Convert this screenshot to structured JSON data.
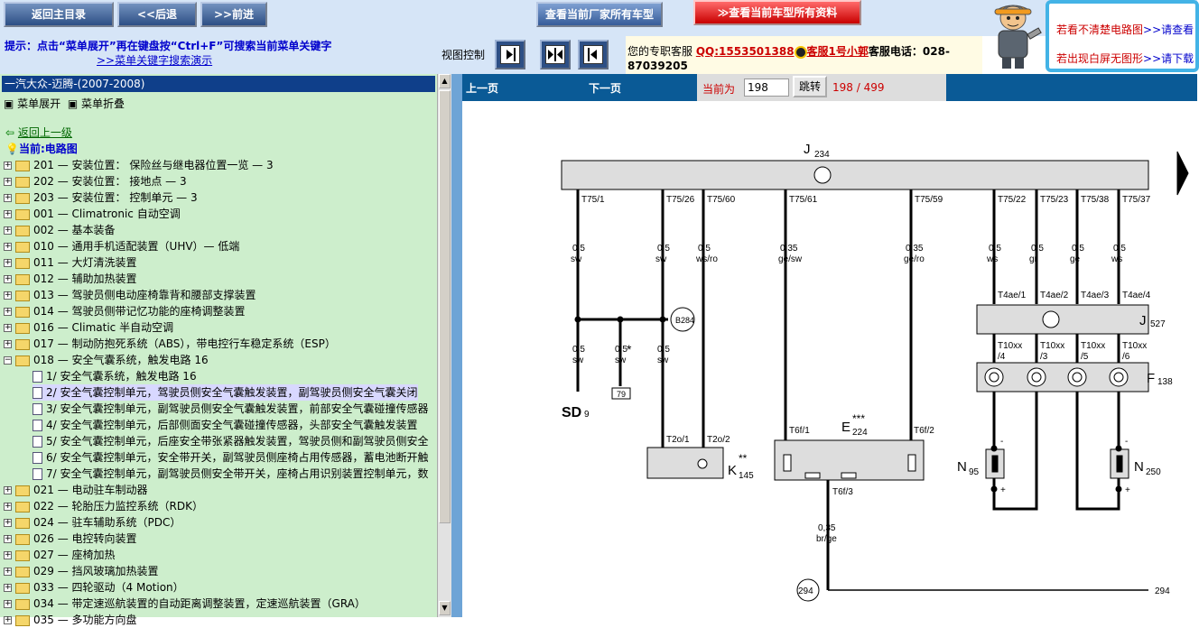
{
  "nav": {
    "home": "返回主目录",
    "prev": "<<后退",
    "next": ">>前进"
  },
  "toolbar": {
    "allmodels": "查看当前厂家所有车型",
    "alldocs": "查看当前车型所有资料"
  },
  "notice": {
    "line1": "若看不清楚电路图",
    "line1_link": ">>请查看",
    "line2": "若出现白屏无图形",
    "line2_link": ">>请下载"
  },
  "hint": {
    "text": "提示：点击“菜单展开”再在键盘按“Ctrl+F”可搜索当前菜单关键字",
    "demo": ">>菜单关键字搜索演示"
  },
  "view": {
    "label": "视图控制"
  },
  "service": {
    "prefix": "您的专职客服",
    "qq": "QQ:1553501388",
    "agent": "客服1号小郭",
    "phone_label": "客服电话：028-",
    "phone2": "87039205"
  },
  "tree": {
    "path": "一汽大众-迈腾-(2007-2008)",
    "expand": "菜单展开",
    "collapse": "菜单折叠",
    "back": "返回上一级",
    "current": "当前:电路图",
    "items": [
      "201 — 安装位置： 保险丝与继电器位置一览 — 3",
      "202 — 安装位置： 接地点 — 3",
      "203 — 安装位置： 控制单元 — 3",
      "001 — Climatronic 自动空调",
      "002 — 基本装备",
      "010 — 通用手机适配装置（UHV）— 低端",
      "011 — 大灯清洗装置",
      "012 — 辅助加热装置",
      "013 — 驾驶员侧电动座椅靠背和腰部支撑装置",
      "014 — 驾驶员侧带记忆功能的座椅调整装置",
      "016 — Climatic 半自动空调",
      "017 — 制动防抱死系统（ABS），带电控行车稳定系统（ESP）",
      "018 — 安全气囊系统，触发电路 16"
    ],
    "subitems": [
      "1/ 安全气囊系统，触发电路 16",
      "2/ 安全气囊控制单元，驾驶员侧安全气囊触发装置，副驾驶员侧安全气囊关闭",
      "3/ 安全气囊控制单元，副驾驶员侧安全气囊触发装置，前部安全气囊碰撞传感器",
      "4/ 安全气囊控制单元，后部侧面安全气囊碰撞传感器，头部安全气囊触发装置",
      "5/ 安全气囊控制单元，后座安全带张紧器触发装置，驾驶员侧和副驾驶员侧安全",
      "6/ 安全气囊控制单元，安全带开关，副驾驶员侧座椅占用传感器，蓄电池断开触",
      "7/ 安全气囊控制单元，副驾驶员侧安全带开关，座椅占用识别装置控制单元，数"
    ],
    "items2": [
      "021 — 电动驻车制动器",
      "022 — 轮胎压力监控系统（RDK）",
      "024 — 驻车辅助系统（PDC）",
      "026 — 电控转向装置",
      "027 — 座椅加热",
      "029 — 挡风玻璃加热装置",
      "033 — 四轮驱动（4 Motion）",
      "034 — 带定速巡航装置的自动距离调整装置，定速巡航装置（GRA）",
      "035 — 多功能方向盘"
    ]
  },
  "pager": {
    "prev": "上一页",
    "next": "下一页",
    "current_label": "当前为",
    "current": "198",
    "go": "跳转",
    "total": "198 / 499"
  },
  "diagram": {
    "j234": "J",
    "j234_sub": "234",
    "pins": [
      "T75/1",
      "T75/26",
      "T75/60",
      "T75/61",
      "T75/59",
      "T75/22",
      "T75/23",
      "T75/38",
      "T75/37"
    ],
    "wires": [
      [
        "0,5",
        "sw"
      ],
      [
        "0,5",
        "sw"
      ],
      [
        "0,5",
        "ws/ro"
      ],
      [
        "0,35",
        "ge/sw"
      ],
      [
        "0,35",
        "ge/ro"
      ],
      [
        "0,5",
        "ws"
      ],
      [
        "0,5",
        "gr"
      ],
      [
        "0,5",
        "ge"
      ],
      [
        "0,5",
        "ws"
      ]
    ],
    "b284": "B284",
    "lower": [
      [
        "0,5",
        "sw"
      ],
      [
        "0,5",
        "sw"
      ],
      [
        "0,5",
        "sw"
      ]
    ],
    "star": "*",
    "box79": "79",
    "sd": "SD",
    "sd_sub": "9",
    "t2o1": "T2o/1",
    "t2o2": "T2o/2",
    "k": "K",
    "k_sub": "145",
    "k_star": "**",
    "t6f1": "T6f/1",
    "t6f2": "T6f/2",
    "t6f3": "T6f/3",
    "e": "E",
    "e_sub": "224",
    "e_star": "***",
    "wire_e": [
      "0,35",
      "br/ge"
    ],
    "c294": "294",
    "ref294": "294",
    "t4ae": [
      "T4ae/1",
      "T4ae/2",
      "T4ae/3",
      "T4ae/4"
    ],
    "j527": "J",
    "j527_sub": "527",
    "t10": [
      "T10xx",
      "T10xx",
      "T10xx",
      "T10xx"
    ],
    "t10p": [
      "/4",
      "/3",
      "/5",
      "/6"
    ],
    "f": "F",
    "f_sub": "138",
    "n95": "N",
    "n95_sub": "95",
    "n250": "N",
    "n250_sub": "250",
    "minus": "-",
    "plus": "+"
  }
}
